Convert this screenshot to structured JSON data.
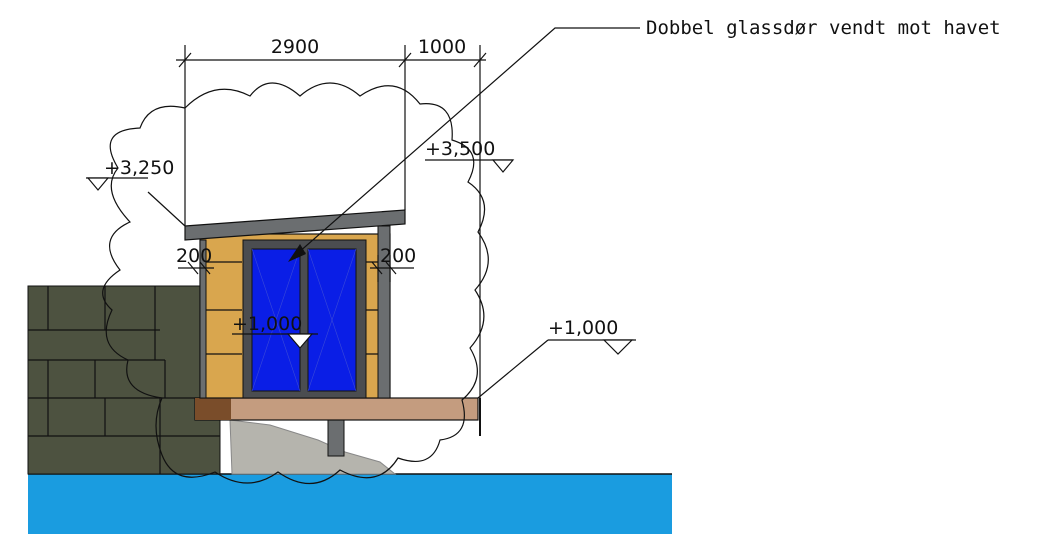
{
  "colors": {
    "water": "#1a9ce0",
    "wall_wood": "#d9a64e",
    "roof": "#6b6e70",
    "door_glass": "#0a1ee6",
    "door_frame": "#4b4d50",
    "deck": "#c49c7f",
    "deck_dark": "#7a4d2a",
    "rock_wall": "#4d5240",
    "rock_face": "#b5b4ad",
    "line": "#111111"
  },
  "dimensions": {
    "width_main": "2900",
    "width_extra": "1000",
    "side_left": "200",
    "side_right": "200"
  },
  "levels": {
    "roof_low": "+3,250",
    "roof_high": "+3,500",
    "floor_inside": "+1,000",
    "deck_outside": "+1,000"
  },
  "callout": {
    "text": "Dobbel glassdør vendt mot havet"
  },
  "icons": {
    "level_marker": "triangle-level-icon",
    "revision_cloud": "revision-cloud"
  }
}
